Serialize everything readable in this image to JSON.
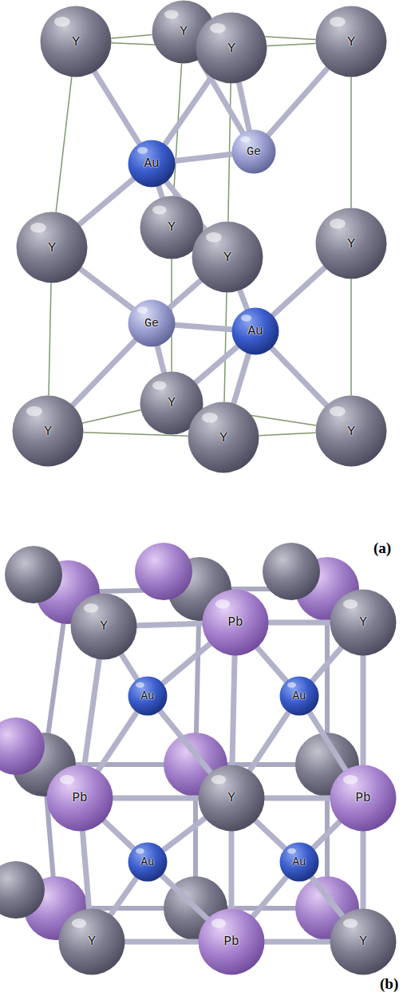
{
  "diagram": {
    "nodes": [
      {
        "text": [
          "Y"
        ]
      },
      {
        "text": [
          "Y"
        ]
      },
      {
        "text": [
          "Y"
        ]
      },
      {
        "text": [
          "Y"
        ]
      },
      {
        "text": [
          "Au"
        ]
      },
      {
        "text": [
          "Ge"
        ]
      },
      {
        "text": [
          "Y"
        ]
      },
      {
        "text": [
          "Y"
        ]
      },
      {
        "text": [
          "Y"
        ]
      },
      {
        "text": [
          "Y"
        ]
      },
      {
        "text": [
          "Ge"
        ]
      },
      {
        "text": [
          "Au"
        ]
      },
      {
        "text": [
          "Y"
        ]
      },
      {
        "text": [
          "Y"
        ]
      },
      {
        "text": [
          "Y"
        ]
      },
      {
        "text": [
          "Y"
        ]
      },
      {
        "text": [
          "Y"
        ]
      },
      {
        "text": [
          "Pb"
        ]
      },
      {
        "text": [
          "Y"
        ]
      },
      {
        "text": [
          "Au"
        ]
      },
      {
        "text": [
          "Au"
        ]
      },
      {
        "text": [
          "Pb"
        ]
      },
      {
        "text": [
          "Y"
        ]
      },
      {
        "text": [
          "Pb"
        ]
      },
      {
        "text": [
          "Au"
        ]
      },
      {
        "text": [
          "Au"
        ]
      },
      {
        "text": [
          "Y"
        ]
      },
      {
        "text": [
          "Pb"
        ]
      },
      {
        "text": [
          "Y"
        ]
      }
    ],
    "edges": [
      {
        "from": 0,
        "to": 1,
        "arrow": "none"
      },
      {
        "from": 1,
        "to": 3,
        "arrow": "none"
      },
      {
        "from": 0,
        "to": 2,
        "arrow": "none"
      },
      {
        "from": 2,
        "to": 3,
        "arrow": "none"
      },
      {
        "from": 0,
        "to": 6,
        "arrow": "none"
      },
      {
        "from": 6,
        "to": 12,
        "arrow": "none"
      },
      {
        "from": 3,
        "to": 9,
        "arrow": "none"
      },
      {
        "from": 9,
        "to": 15,
        "arrow": "none"
      },
      {
        "from": 12,
        "to": 13,
        "arrow": "none"
      },
      {
        "from": 13,
        "to": 15,
        "arrow": "none"
      },
      {
        "from": 12,
        "to": 14,
        "arrow": "none"
      },
      {
        "from": 14,
        "to": 15,
        "arrow": "none"
      },
      {
        "from": 1,
        "to": 7,
        "arrow": "none"
      },
      {
        "from": 7,
        "to": 13,
        "arrow": "none"
      },
      {
        "from": 2,
        "to": 8,
        "arrow": "none"
      },
      {
        "from": 8,
        "to": 14,
        "arrow": "none"
      },
      {
        "from": 4,
        "to": 0,
        "arrow": "none"
      },
      {
        "from": 4,
        "to": 2,
        "arrow": "none"
      },
      {
        "from": 4,
        "to": 5,
        "arrow": "none"
      },
      {
        "from": 4,
        "to": 6,
        "arrow": "none"
      },
      {
        "from": 4,
        "to": 8,
        "arrow": "none"
      },
      {
        "from": 4,
        "to": 7,
        "arrow": "none"
      },
      {
        "from": 5,
        "to": 2,
        "arrow": "none"
      },
      {
        "from": 5,
        "to": 3,
        "arrow": "none"
      },
      {
        "from": 5,
        "to": 1,
        "arrow": "none"
      },
      {
        "from": 10,
        "to": 6,
        "arrow": "none"
      },
      {
        "from": 10,
        "to": 12,
        "arrow": "none"
      },
      {
        "from": 10,
        "to": 11,
        "arrow": "none"
      },
      {
        "from": 10,
        "to": 13,
        "arrow": "none"
      },
      {
        "from": 10,
        "to": 8,
        "arrow": "none"
      },
      {
        "from": 11,
        "to": 8,
        "arrow": "none"
      },
      {
        "from": 11,
        "to": 9,
        "arrow": "none"
      },
      {
        "from": 11,
        "to": 14,
        "arrow": "none"
      },
      {
        "from": 11,
        "to": 15,
        "arrow": "none"
      },
      {
        "from": 11,
        "to": 13,
        "arrow": "none"
      },
      {
        "from": 16,
        "to": 17,
        "arrow": "none"
      },
      {
        "from": 17,
        "to": 18,
        "arrow": "none"
      },
      {
        "from": 21,
        "to": 22,
        "arrow": "none"
      },
      {
        "from": 22,
        "to": 23,
        "arrow": "none"
      },
      {
        "from": 26,
        "to": 27,
        "arrow": "none"
      },
      {
        "from": 27,
        "to": 28,
        "arrow": "none"
      },
      {
        "from": 16,
        "to": 21,
        "arrow": "none"
      },
      {
        "from": 21,
        "to": 26,
        "arrow": "none"
      },
      {
        "from": 17,
        "to": 22,
        "arrow": "none"
      },
      {
        "from": 22,
        "to": 27,
        "arrow": "none"
      },
      {
        "from": 18,
        "to": 23,
        "arrow": "none"
      },
      {
        "from": 23,
        "to": 28,
        "arrow": "none"
      },
      {
        "from": 19,
        "to": 16,
        "arrow": "none"
      },
      {
        "from": 19,
        "to": 17,
        "arrow": "none"
      },
      {
        "from": 19,
        "to": 21,
        "arrow": "none"
      },
      {
        "from": 19,
        "to": 22,
        "arrow": "none"
      },
      {
        "from": 20,
        "to": 17,
        "arrow": "none"
      },
      {
        "from": 20,
        "to": 18,
        "arrow": "none"
      },
      {
        "from": 20,
        "to": 22,
        "arrow": "none"
      },
      {
        "from": 20,
        "to": 23,
        "arrow": "none"
      },
      {
        "from": 24,
        "to": 21,
        "arrow": "none"
      },
      {
        "from": 24,
        "to": 22,
        "arrow": "none"
      },
      {
        "from": 24,
        "to": 26,
        "arrow": "none"
      },
      {
        "from": 24,
        "to": 27,
        "arrow": "none"
      },
      {
        "from": 25,
        "to": 22,
        "arrow": "none"
      },
      {
        "from": 25,
        "to": 23,
        "arrow": "none"
      },
      {
        "from": 25,
        "to": 27,
        "arrow": "none"
      },
      {
        "from": 25,
        "to": 28,
        "arrow": "none"
      }
    ],
    "labels": [
      "(a)",
      "(b)"
    ]
  }
}
